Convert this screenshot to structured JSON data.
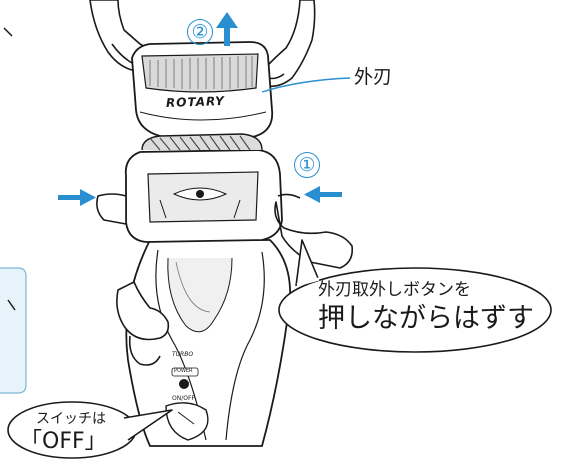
{
  "labels": {
    "outer_blade": "外刃",
    "brand": "ROTARY",
    "release_small": "外刃取外しボタンを",
    "release_large": "押しながらはずす",
    "switch_small": "スイッチは",
    "switch_large": "「OFF」",
    "turbo": "TURBO",
    "power": "POWER",
    "on_off": "ON/OFF"
  },
  "steps": {
    "step1": "①",
    "step2": "②"
  },
  "colors": {
    "accent": "#2a8fd0",
    "line": "#1a1a1a",
    "info_box": "#e7f3fb",
    "info_border": "#7fb6d9"
  },
  "icons": [
    "arrow-up-icon",
    "arrow-right-icon",
    "arrow-left-icon"
  ]
}
